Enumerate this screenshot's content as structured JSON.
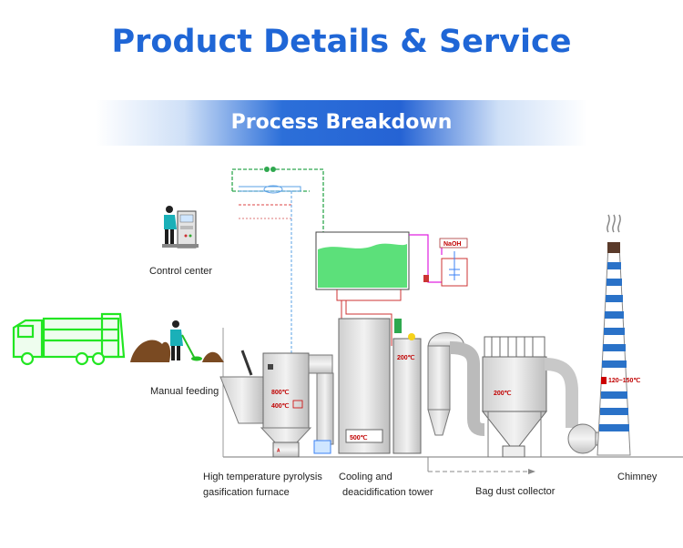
{
  "title": "Product Details & Service",
  "section_title": "Process Breakdown",
  "labels": {
    "control_center": "Control center",
    "manual_feeding": "Manual feeding",
    "furnace_line1": "High temperature pyrolysis",
    "furnace_line2": "gasification furnace",
    "tower_line1": "Cooling and",
    "tower_line2": "deacidification tower",
    "bag_dust": "Bag dust collector",
    "chimney": "Chimney"
  },
  "readouts": {
    "furnace_top": "800℃",
    "furnace_mid": "400℃",
    "tower_bottom": "500℃",
    "cyclone": "200℃",
    "bag_collector": "200℃",
    "chimney": "120~150℃",
    "naoh": "NaOH"
  },
  "colors": {
    "title": "#1f66d6",
    "banner": "#2563d4",
    "truck": "#22e622",
    "pipe_green": "#2fa84f",
    "pipe_red": "#cc3333",
    "pipe_magenta": "#e020e0",
    "pipe_blue": "#3b82f6",
    "tank": "#5ce07a",
    "readout": "#c00000"
  },
  "icons": {
    "truck": "garbage-truck-icon",
    "worker": "worker-icon",
    "console": "control-console-icon",
    "waste": "waste-pile-icon"
  }
}
